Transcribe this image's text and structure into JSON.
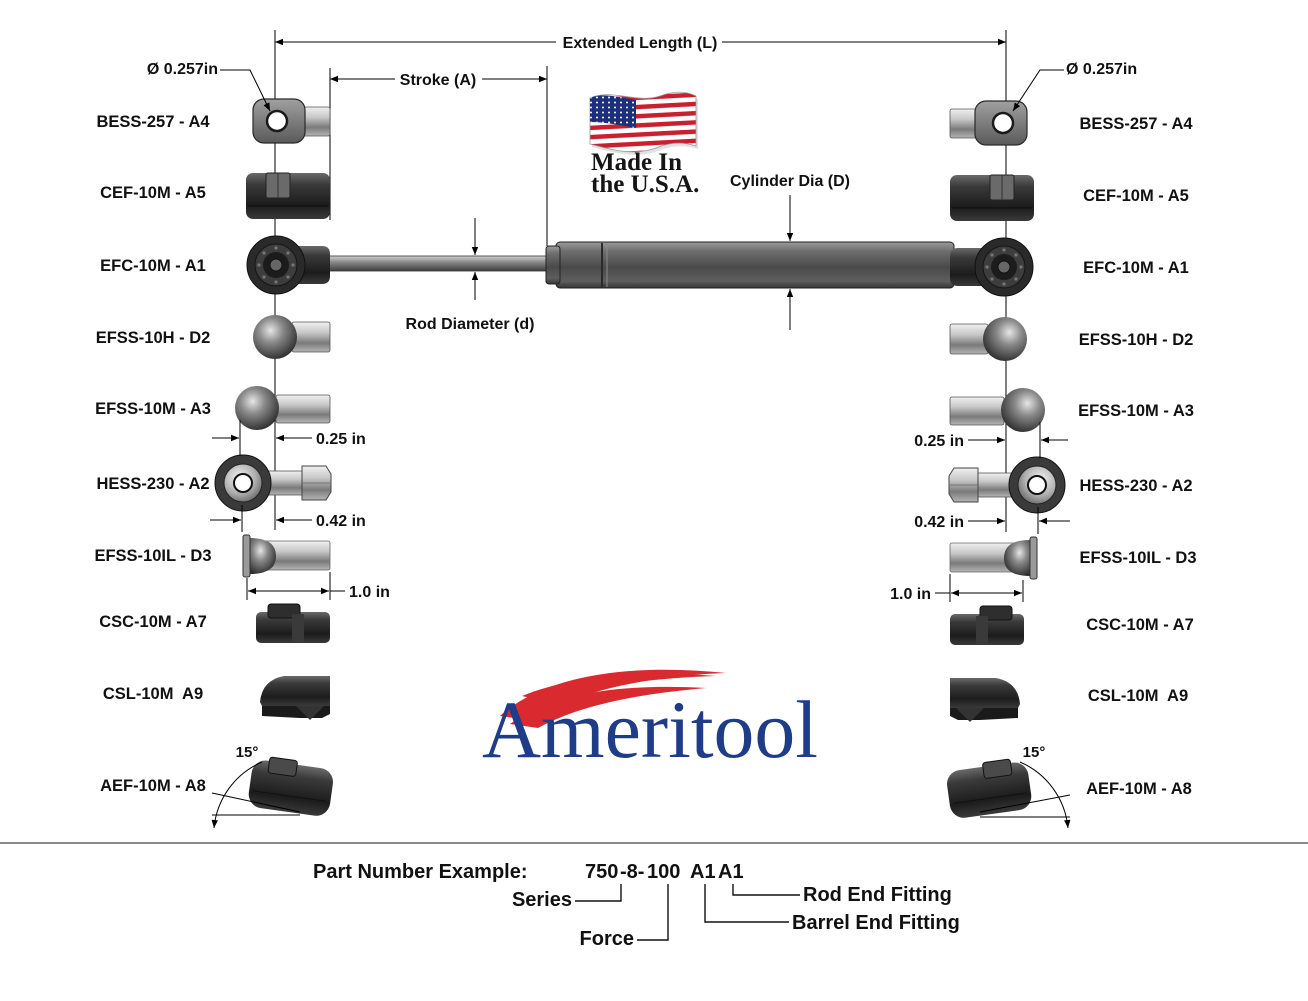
{
  "dimensions": {
    "extended_length": "Extended Length (L)",
    "stroke": "Stroke (A)",
    "hole_diameter_left": "Ø 0.257in",
    "hole_diameter_right": "Ø 0.257in",
    "cylinder_dia": "Cylinder Dia (D)",
    "rod_diameter": "Rod Diameter (d)",
    "left_ball_offset": "0.25 in",
    "left_eye_offset": "0.42 in",
    "left_length": "1.0 in",
    "left_angle": "15°",
    "right_ball_offset": "0.25 in",
    "right_eye_offset": "0.42 in",
    "right_length": "1.0 in",
    "right_angle": "15°"
  },
  "badge": {
    "line1": "Made In",
    "line2": "the U.S.A."
  },
  "logo": {
    "text": "Ameritool",
    "color": "#1f3c88",
    "swoosh_color": "#d92b2f"
  },
  "fittings": [
    "BESS-257 - A4",
    "CEF-10M - A5",
    "EFC-10M - A1",
    "EFSS-10H - D2",
    "EFSS-10M - A3",
    "HESS-230 - A2",
    "EFSS-10IL - D3",
    "CSC-10M - A7",
    "CSL-10M  A9",
    "AEF-10M - A8"
  ],
  "part_number": {
    "heading": "Part Number Example:",
    "series": "750",
    "segment": "-8-",
    "force": "100",
    "barrel_end": "A1",
    "rod_end": "A1",
    "labels": {
      "series": "Series",
      "force": "Force",
      "rod_end": "Rod End Fitting",
      "barrel_end": "Barrel End Fitting"
    }
  }
}
